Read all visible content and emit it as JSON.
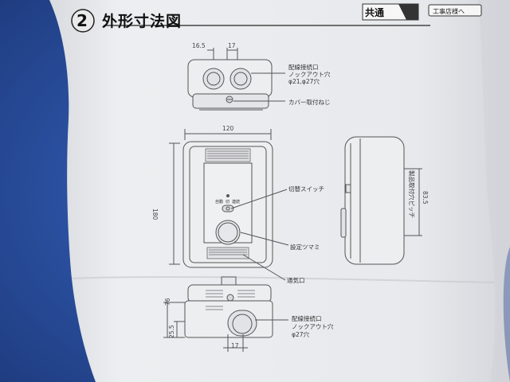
{
  "header": {
    "section_number": "2",
    "title": "外形寸法図",
    "badge_common": "共通",
    "badge_vendor": "工事店様へ"
  },
  "top_view": {
    "dim_left": "16.5",
    "dim_right": "17",
    "callout_wiring_1": "配線接続口",
    "callout_wiring_2": "ノックアウト穴",
    "callout_wiring_3": "φ21,φ27穴",
    "callout_screw": "カバー取付ねじ"
  },
  "front_view": {
    "dim_width": "120",
    "dim_height": "180",
    "switch_label_1": "自動",
    "switch_label_2": "切",
    "switch_label_3": "連続",
    "callout_switch": "切替スイッチ",
    "callout_knob": "設定ツマミ",
    "callout_vent": "通気口"
  },
  "side_view": {
    "callout_pitch": "製品取付穴ピッチ",
    "dim_pitch": "83.5"
  },
  "bottom_view": {
    "dim_height": "76",
    "dim_offset": "25.5",
    "dim_width": "17",
    "callout_wiring_1": "配線接続口",
    "callout_wiring_2": "ノックアウト穴",
    "callout_wiring_3": "φ27穴"
  },
  "colors": {
    "background_blue": "#2a4f9e",
    "paper": "#e9eaee",
    "line": "#555555"
  }
}
